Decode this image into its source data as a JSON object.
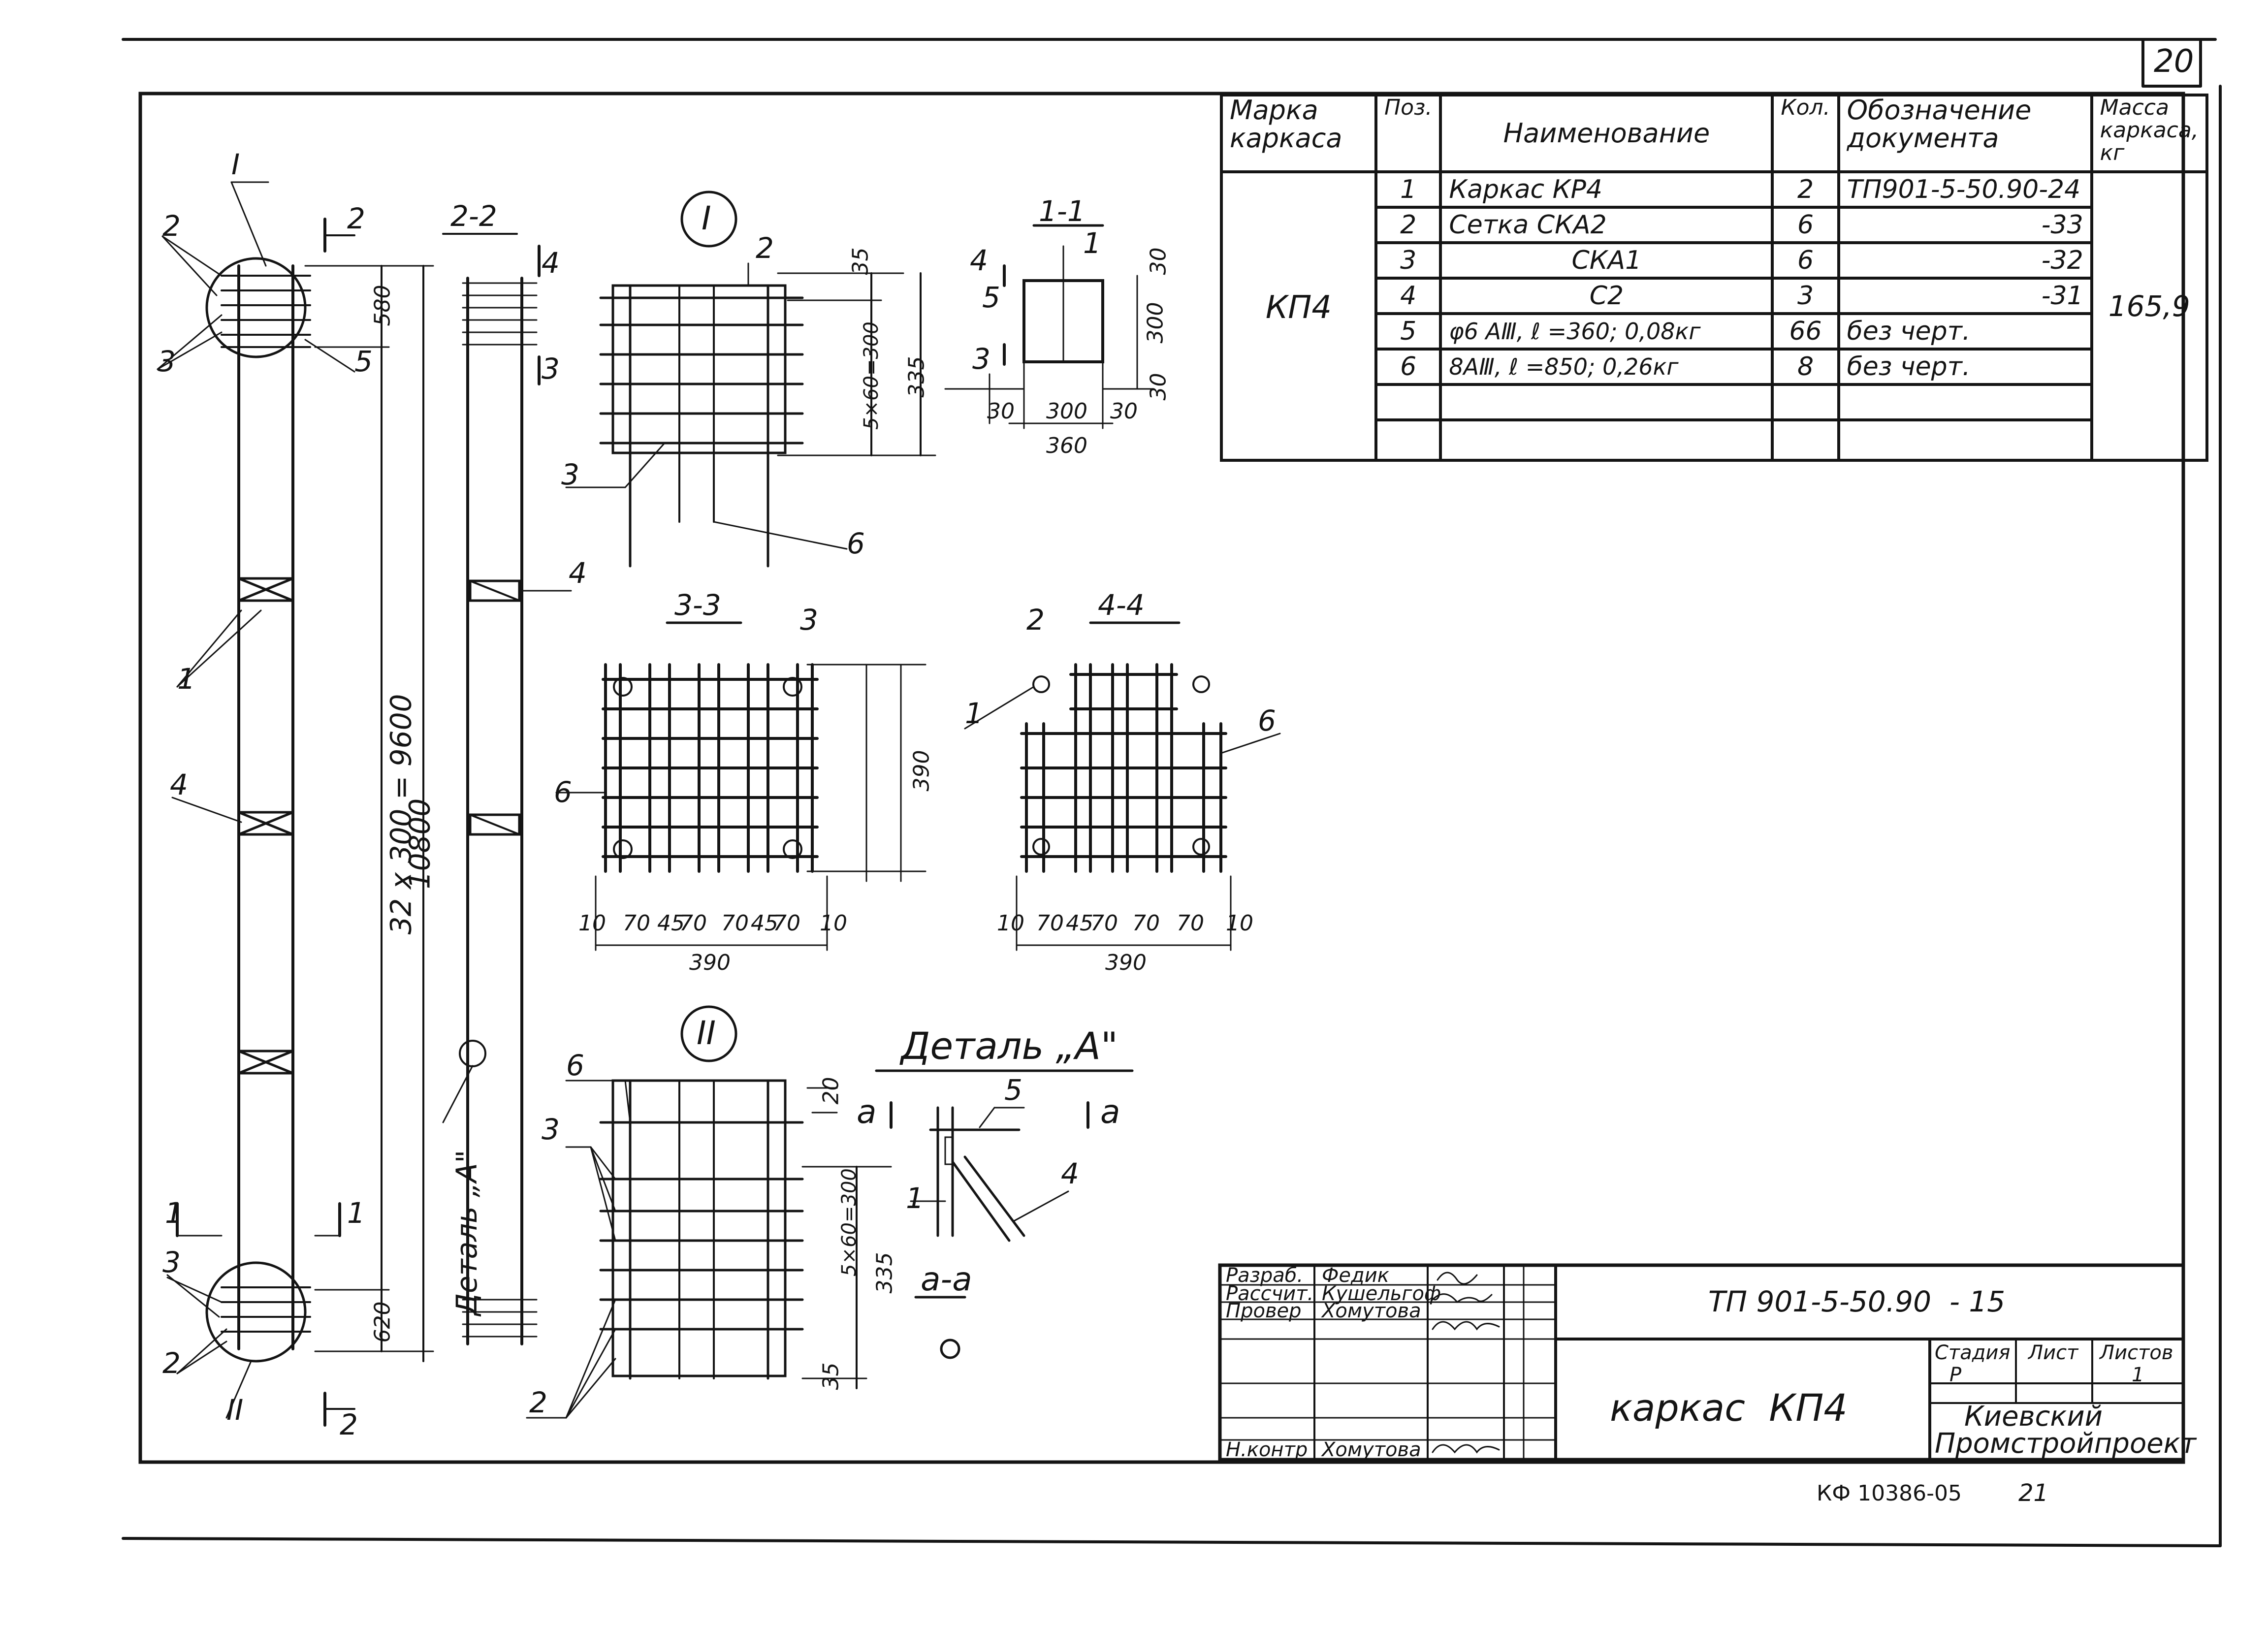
{
  "sheet_number": "20",
  "spec_table": {
    "headers": [
      "Марка каркаса",
      "Поз.",
      "Наименование",
      "Кол.",
      "Обозначение документа",
      "Масса каркаса, кг"
    ],
    "brand": "КП4",
    "mass": "165,9",
    "rows": [
      {
        "pos": "1",
        "name": "Каркас КР4",
        "qty": "2",
        "doc": "ТП901-5-50.90-24"
      },
      {
        "pos": "2",
        "name": "Сетка СКА2",
        "qty": "6",
        "doc": "-33"
      },
      {
        "pos": "3",
        "name": "СКА1",
        "qty": "6",
        "doc": "-32"
      },
      {
        "pos": "4",
        "name": "С2",
        "qty": "3",
        "doc": "-31"
      },
      {
        "pos": "5",
        "name": "φ6 АⅢ, ℓ =360; 0,08кг",
        "qty": "66",
        "doc": "без черт."
      },
      {
        "pos": "6",
        "name": "8АⅢ, ℓ =850; 0,26кг",
        "qty": "8",
        "doc": "без черт."
      }
    ]
  },
  "views": {
    "section_2_2": "2-2",
    "section_1_1": "1-1",
    "section_3_3": "3-3",
    "section_4_4": "4-4",
    "node_1": "I",
    "node_2": "II",
    "detail_a_title": "Деталь „А\"",
    "detail_a_vertical": "Деталь „А\"",
    "section_a_a": "а-а",
    "cut_a": "а",
    "cut_2": "2",
    "cut_1": "1",
    "cut_3": "3",
    "cut_4": "4"
  },
  "dimensions": {
    "d580": "580",
    "d620": "620",
    "d_span": "32 x 300 = 9600",
    "d_total": "10800",
    "d35": "35",
    "d20": "20",
    "d5x60": "5×60=300",
    "d335": "335",
    "d30": "30",
    "d300": "300",
    "d360": "360",
    "d390": "390",
    "d10": "10",
    "d70": "70",
    "d45": "45"
  },
  "callouts": [
    "1",
    "2",
    "3",
    "4",
    "5",
    "6"
  ],
  "title_block": {
    "roles": [
      "Разраб.",
      "Рассчит.",
      "Провер",
      "Н.контр"
    ],
    "names": [
      "Федик",
      "Кушельгоф",
      "Хомутова",
      "Хомутова"
    ],
    "designation": "ТП 901-5-50.90",
    "sheet_suffix": "- 15",
    "title": "каркас  КП4",
    "stage_label": "Стадия",
    "sheet_label": "Лист",
    "sheets_label": "Листов",
    "stage": "Р",
    "sheets": "1",
    "org_line1": "Киевский",
    "org_line2": "Промстройпроект"
  },
  "footer_code": "КФ 10386-05",
  "footer_num": "21"
}
